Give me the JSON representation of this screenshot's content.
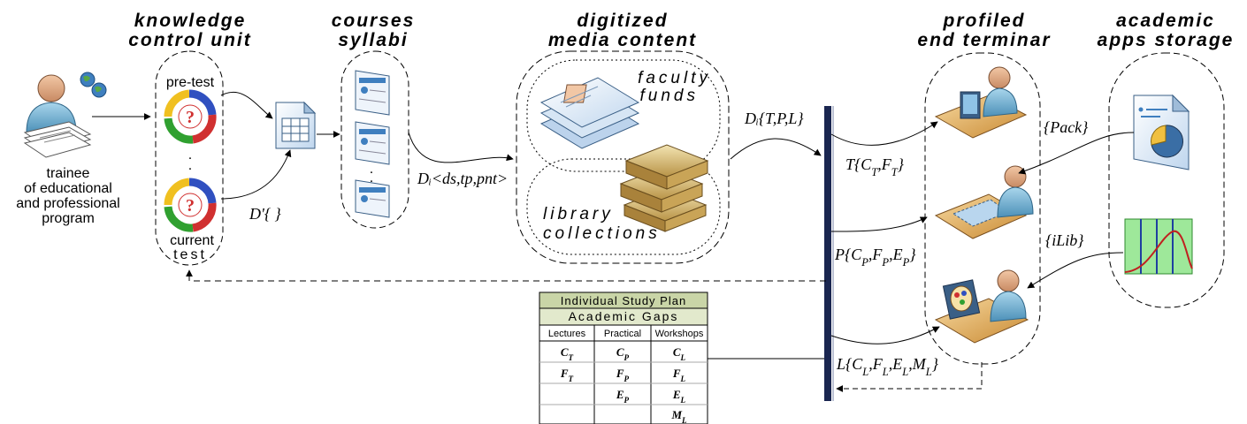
{
  "titles": {
    "knowledge_line1": "knowledge",
    "knowledge_line2": "control unit",
    "courses_line1": "courses",
    "courses_line2": "syllabi",
    "digitized_line1": "digitized",
    "digitized_line2": "media content",
    "profiled_line1": "profiled",
    "profiled_line2": "end terminar",
    "academic_line1": "academic",
    "academic_line2": "apps storage"
  },
  "trainee": {
    "line1": "trainee",
    "line2": "of educational",
    "line3": "and professional",
    "line4": "program"
  },
  "tests": {
    "pre": "pre-test",
    "current": "current",
    "test": "test",
    "dots": ".",
    "dprime": "D'{ }"
  },
  "media": {
    "faculty_line1": "faculty",
    "faculty_line2": "funds",
    "library_line1": "library",
    "library_line2": "collections"
  },
  "formulas": {
    "di_tuple": "Dᵢ<ds,tp,pnt>",
    "di_set": "Dᵢ{T,P,L}",
    "t_set": "T{C_T,F_T}",
    "p_set": "P{C_P,F_P,E_P}",
    "l_set": "L{C_L,F_L,E_L,M_L}",
    "pack": "{Pack}",
    "ilib": "{iLib}"
  },
  "table": {
    "title": "Individual Study Plan",
    "subtitle": "Academic Gaps",
    "headers": [
      "Lectures",
      "Practical",
      "Workshops"
    ],
    "rows": [
      [
        "C_T",
        "C_P",
        "C_L"
      ],
      [
        "F_T",
        "F_P",
        "F_L"
      ],
      [
        "",
        "E_P",
        "E_L"
      ],
      [
        "",
        "",
        "M_L"
      ]
    ]
  },
  "colors": {
    "bus": "#1a2650",
    "title_bg": "#c9d5a7",
    "subtitle_bg": "#e2e9cc"
  }
}
